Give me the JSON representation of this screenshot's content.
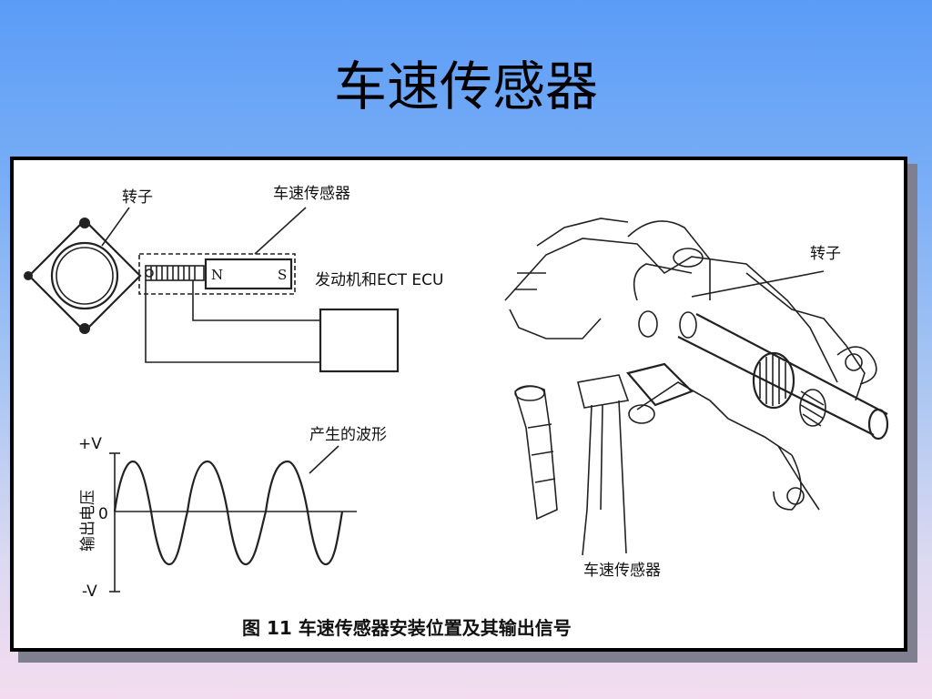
{
  "slide": {
    "title": "车速传感器"
  },
  "figure": {
    "caption": "图 11  车速传感器安装位置及其输出信号",
    "schematic": {
      "rotor_label": "转子",
      "sensor_label": "车速传感器",
      "magnet_n": "N",
      "magnet_s": "S",
      "ecu_label": "发动机和ECT  ECU"
    },
    "waveform": {
      "title": "产生的波形",
      "y_axis_label": "输出电压",
      "y_top": "+V",
      "y_zero": "0",
      "y_bottom": "-V"
    },
    "installation": {
      "rotor_label": "转子",
      "sensor_label": "车速传感器"
    }
  }
}
